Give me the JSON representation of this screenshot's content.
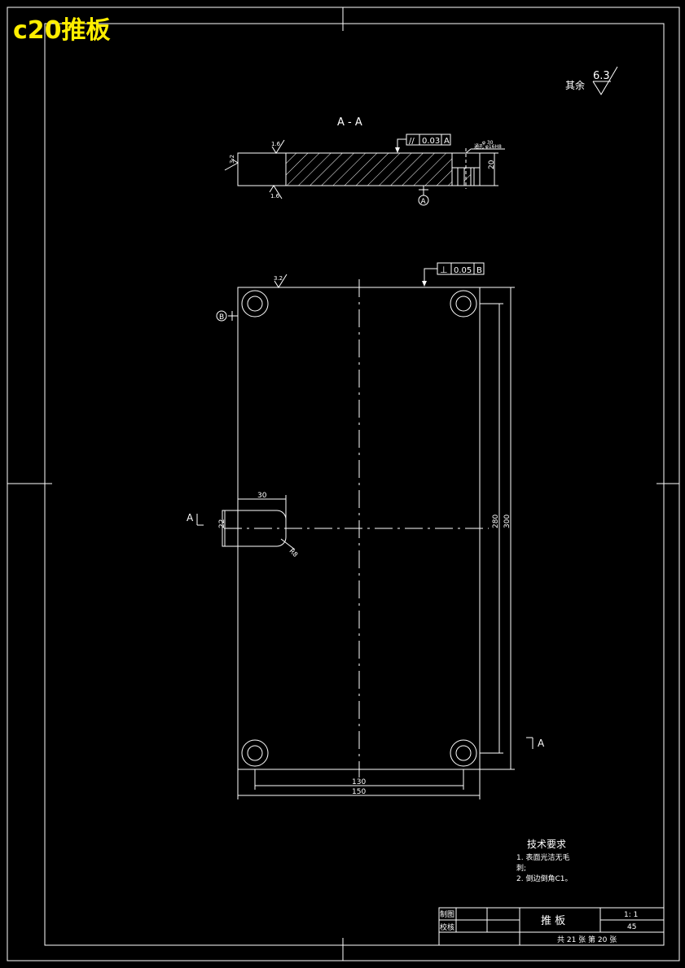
{
  "drawing": {
    "title": "c20推板",
    "section_label": "A - A",
    "section_mark_left": "A",
    "section_mark_right": "A",
    "other_roughness_label": "其余",
    "other_roughness_value": "6.3",
    "colors": {
      "background": "#000000",
      "lines": "#ffffff",
      "title": "#ffee00"
    }
  },
  "section_view": {
    "parallelism_symbol": "//",
    "parallelism_tolerance": "0.03",
    "parallelism_datum": "A",
    "datum_label": "A",
    "roughness_top": "1.6",
    "roughness_bottom": "1.6",
    "roughness_left": "3.2",
    "hole_note_1": "φ 30",
    "hole_note_2": "通孔 φ16H8",
    "thickness_dim": "20"
  },
  "plan_view": {
    "perpendicularity_symbol": "⊥",
    "perpendicularity_tolerance": "0.05",
    "perpendicularity_datum": "B",
    "datum_label": "B",
    "roughness_top": "3.2",
    "dim_slot_length": "30",
    "dim_slot_width": "22",
    "dim_slot_radius": "R8",
    "dim_hole_spacing_v": "280",
    "dim_height": "300",
    "dim_hole_spacing_h": "130",
    "dim_width": "150"
  },
  "tech_requirements": {
    "heading": "技术要求",
    "item1_line1": "1. 表面光洁无毛",
    "item1_line2": "刺;",
    "item2": "2. 倒边倒角C1。"
  },
  "title_block": {
    "drawn_by": "制图",
    "checked_by": "校核",
    "part_name": "推   板",
    "scale": "1: 1",
    "material": "45",
    "sheet_info": "共 21 张   第 20 张"
  }
}
